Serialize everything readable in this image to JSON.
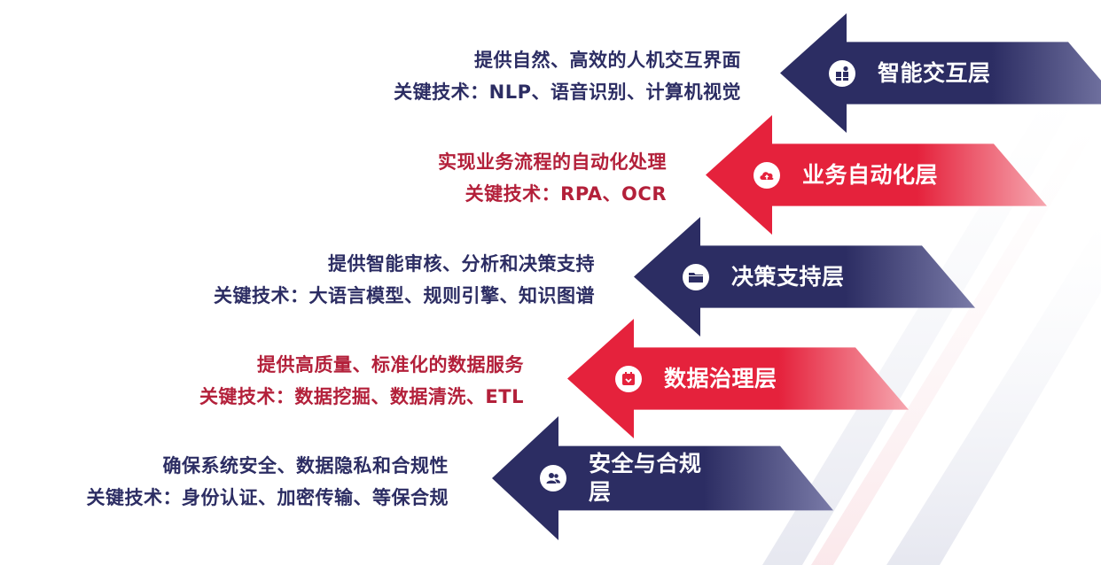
{
  "colors": {
    "navy": "#2c2d63",
    "red": "#e5223c",
    "red_text": "#b3203a",
    "fade_navy": "#7a7ba8",
    "fade_red": "#f6a7b0"
  },
  "layers": [
    {
      "title": "智能交互层",
      "description": "提供自然、高效的人机交互界面",
      "key_tech": "关键技术：NLP、语音识别、计算机视觉",
      "icon": "grid-apps-icon",
      "theme": "navy"
    },
    {
      "title": "业务自动化层",
      "description": "实现业务流程的自动化处理",
      "key_tech": "关键技术：RPA、OCR",
      "icon": "cloud-upload-icon",
      "theme": "red"
    },
    {
      "title": "决策支持层",
      "description": "提供智能审核、分析和决策支持",
      "key_tech": "关键技术：大语言模型、规则引擎、知识图谱",
      "icon": "folder-icon",
      "theme": "navy"
    },
    {
      "title": "数据治理层",
      "description": "提供高质量、标准化的数据服务",
      "key_tech": "关键技术：数据挖掘、数据清洗、ETL",
      "icon": "calendar-icon",
      "theme": "red"
    },
    {
      "title": "安全与合规层",
      "description": "确保系统安全、数据隐私和合规性",
      "key_tech": "关键技术：身份认证、加密传输、等保合规",
      "icon": "users-icon",
      "theme": "navy"
    }
  ]
}
